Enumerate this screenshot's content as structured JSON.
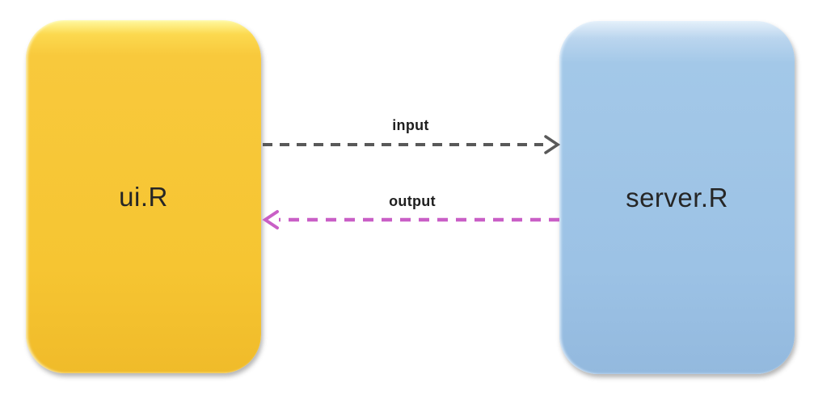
{
  "diagram": {
    "background": "#FFFFFF",
    "nodes": [
      {
        "id": "ui",
        "label": "ui.R",
        "fill": "#F6C532",
        "text_color": "#262626"
      },
      {
        "id": "server",
        "label": "server.R",
        "fill": "#9CC2E5",
        "text_color": "#262626"
      }
    ],
    "edges": [
      {
        "label": "input",
        "from": "ui.R",
        "to": "server.R",
        "direction": "right",
        "color": "#595959",
        "style": "dashed"
      },
      {
        "label": "output",
        "from": "server.R",
        "to": "ui.R",
        "direction": "left",
        "color": "#C95FC6",
        "style": "dashed"
      }
    ]
  }
}
